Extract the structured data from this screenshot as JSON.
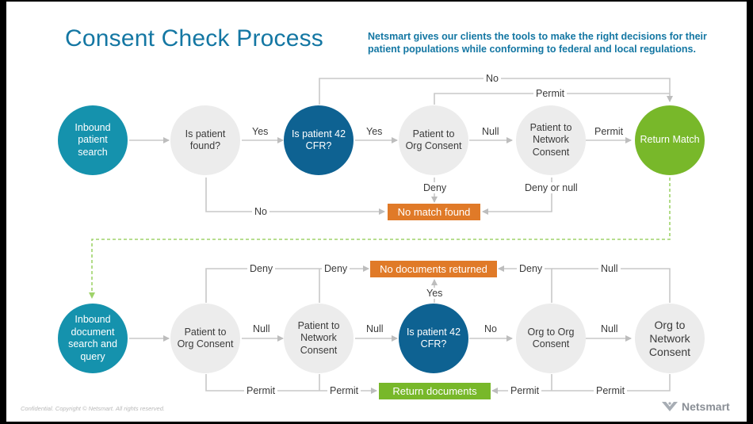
{
  "title": "Consent Check Process",
  "subtitle": "Netsmart gives our clients the tools to make the right decisions for their patient populations while conforming to federal and local regulations.",
  "top_flow": {
    "nodes": {
      "inbound": "Inbound patient search",
      "found": "Is patient found?",
      "cfr": "Is patient 42 CFR?",
      "org_consent": "Patient to Org Consent",
      "net_consent": "Patient to Network Consent",
      "return": "Return Match"
    },
    "edge_labels": {
      "yes1": "Yes",
      "yes2": "Yes",
      "null1": "Null",
      "permit1": "Permit",
      "no_top": "No",
      "permit_top": "Permit",
      "deny": "Deny",
      "deny_or_null": "Deny or null",
      "no_bottom": "No"
    },
    "result_box": "No match found"
  },
  "bottom_flow": {
    "nodes": {
      "inbound": "Inbound document search and query",
      "org_consent": "Patient to Org Consent",
      "net_consent": "Patient to Network Consent",
      "cfr": "Is patient 42 CFR?",
      "org_to_org": "Org to Org Consent",
      "org_to_net": "Org to Network Consent"
    },
    "edge_labels": {
      "null1": "Null",
      "null2": "Null",
      "no": "No",
      "null3": "Null",
      "yes": "Yes",
      "deny1": "Deny",
      "deny2": "Deny",
      "deny3": "Deny",
      "null_top": "Null",
      "permit1": "Permit",
      "permit2": "Permit",
      "permit3": "Permit",
      "permit4": "Permit"
    },
    "box_no_docs": "No documents returned",
    "box_return_docs": "Return documents"
  },
  "footer": "Confidential. Copyright © Netsmart. All rights reserved.",
  "brand": "Netsmart",
  "colors": {
    "teal": "#1592ad",
    "navy": "#0e6292",
    "green": "#78b82a",
    "orange": "#e07a28",
    "gray": "#ececec",
    "title": "#1477a3"
  }
}
